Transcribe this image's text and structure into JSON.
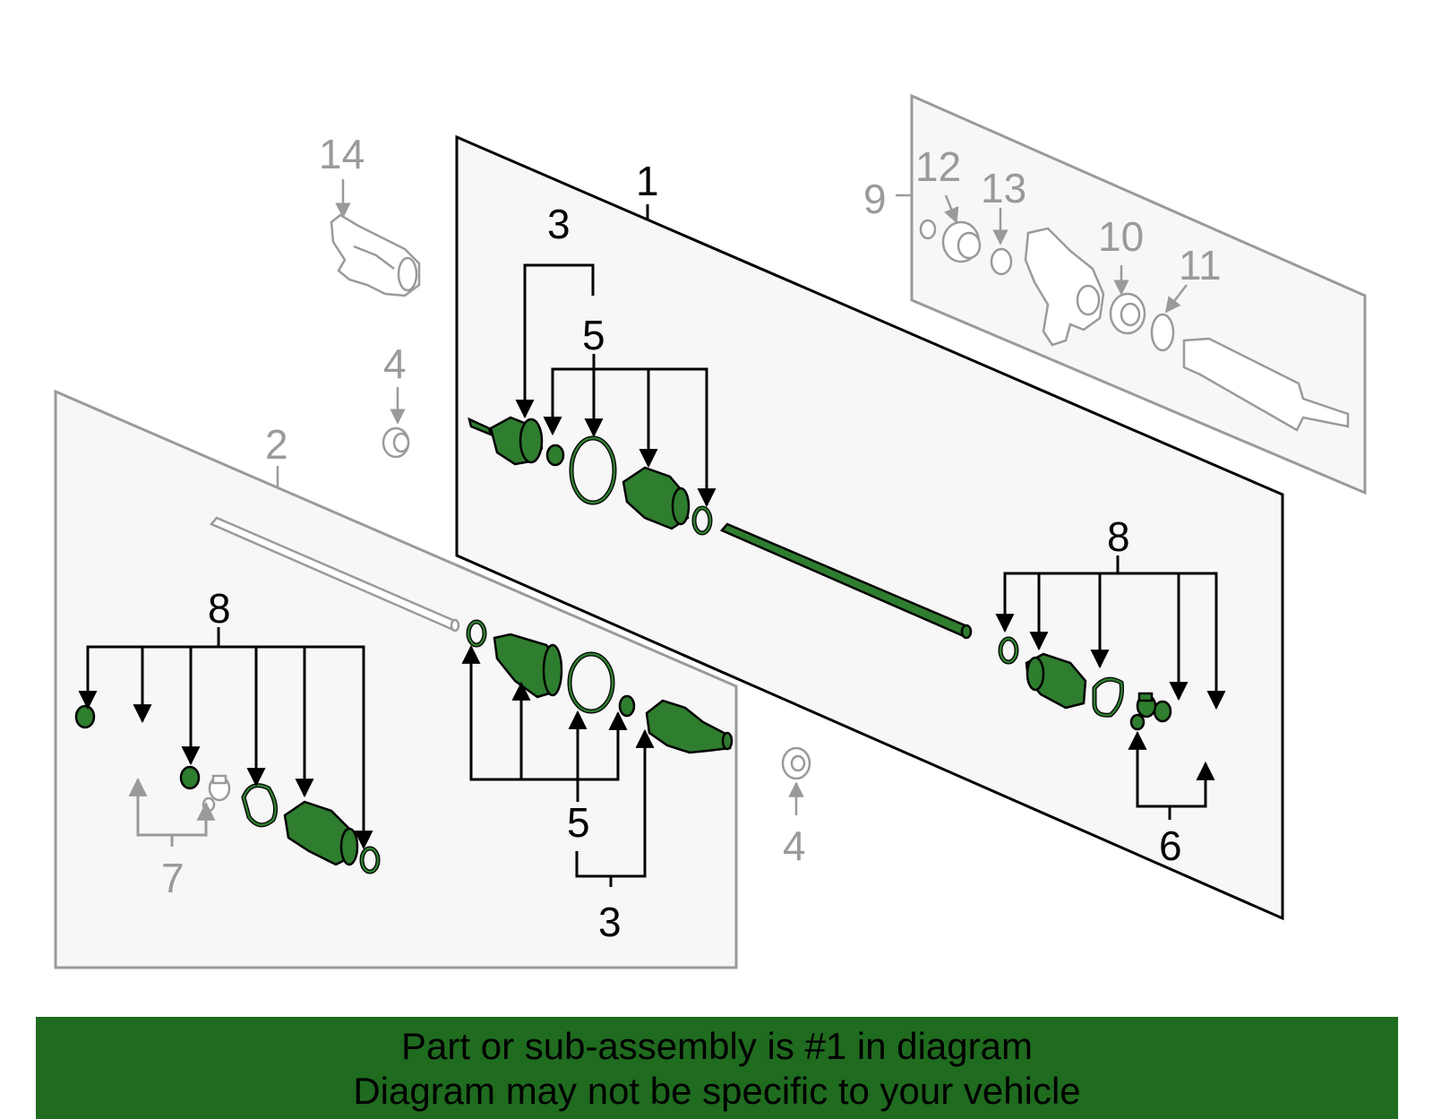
{
  "callouts": {
    "c1": "1",
    "c2": "2",
    "c3_top": "3",
    "c3_bottom": "3",
    "c4_upper": "4",
    "c4_lower": "4",
    "c5_top": "5",
    "c5_bottom": "5",
    "c6": "6",
    "c7": "7",
    "c8_left": "8",
    "c8_right": "8",
    "c9": "9",
    "c10": "10",
    "c11": "11",
    "c12": "12",
    "c13": "13",
    "c14": "14"
  },
  "banner": {
    "line1": "Part or sub-assembly is #1 in diagram",
    "line2": "Diagram may not be specific to your vehicle"
  },
  "colors": {
    "highlight": "#1f6b1f",
    "part_green": "#2f7d2f",
    "grey": "#9a9a9a"
  }
}
